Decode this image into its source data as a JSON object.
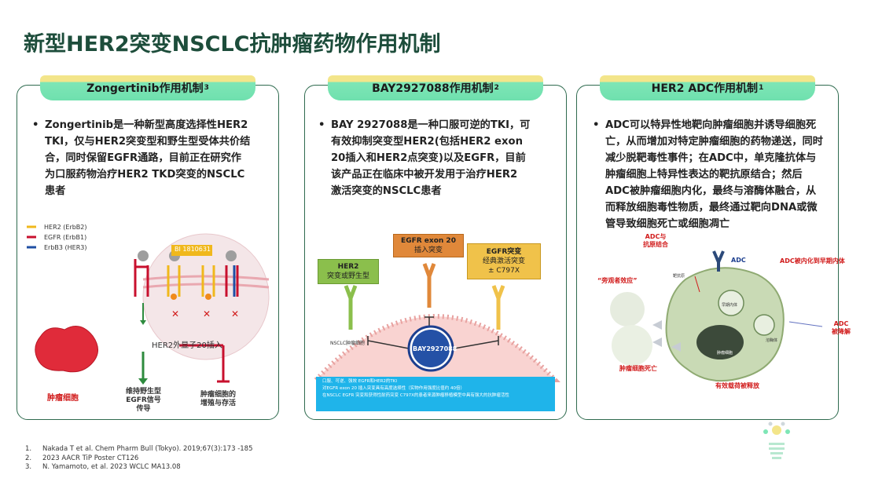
{
  "page": {
    "title": "新型HER2突变NSCLC抗肿瘤药物作用机制"
  },
  "cards": [
    {
      "tab_title": "Zongertinib作用机制",
      "tab_sup": "3",
      "bullet_lines": [
        "Zongertinib是一种新型高度选择性HER2",
        "TKI，仅与HER2突变型和野生型受体共价结",
        "合，同时保留EGFR通路，目前正在研究作",
        "为口服药物治疗HER2 TKD突变的NSCLC",
        "患者"
      ],
      "legend": [
        "HER2 (ErbB2)",
        "EGFR (ErbB1)",
        "ErbB3 (HER3)"
      ],
      "drug_label": "BI 1810631",
      "insertion_label": "HER2外显子20插入",
      "tumor_label": "肿瘤细胞",
      "signal_label": "维持野生型\nEGFR信号\n传导",
      "growth_label": "肿瘤细胞的\n增殖与存活"
    },
    {
      "tab_title": "BAY2927088作用机制",
      "tab_sup": "2",
      "bullet_lines": [
        "BAY 2927088是一种口服可逆的TKI，可",
        "有效抑制突变型HER2(包括HER2 exon",
        "20插入和HER2点突变)以及EGFR，目前",
        "该产品正在临床中被开发用于治疗HER2",
        "激活突变的NSCLC患者"
      ],
      "box_her2": [
        "HER2",
        "突变或野生型"
      ],
      "box_egfr20": [
        "EGFR exon 20",
        "插入突变"
      ],
      "box_egfr_classic": [
        "EGFR突变",
        "经典激活突变",
        "± C797X"
      ],
      "cell_label": "NSCLC肿瘤细胞",
      "drug_label": "BAY2927088",
      "info_lines": [
        "口服、可逆、强效 EGFR和HER2的TKI",
        "对EGFR exon 20 插入突变具有高度选择性（实物作用强度比值约 40倍）",
        "在NSCLC EGFR 突变和获得性耐药突变 C797X的患者来源肿瘤移植模型中具有强大的抗肿瘤活性"
      ]
    },
    {
      "tab_title": "HER2 ADC作用机制",
      "tab_sup": "1",
      "bullet_lines": [
        "ADC可以特异性地靶向肿瘤细胞并诱导细胞死",
        "亡，从而增加对特定肿瘤细胞的药物递送，同时",
        "减少脱靶毒性事件；在ADC中，单克隆抗体与",
        "肿瘤细胞上特异性表达的靶抗原结合；然后",
        "ADC被肿瘤细胞内化，最终与溶酶体融合，从",
        "而释放细胞毒性物质，最终通过靶向DNA或微",
        "管导致细胞死亡或细胞凋亡"
      ],
      "labels": {
        "adc_binding": "ADC与\n抗原结合",
        "adc": "ADC",
        "internalization": "ADC被内化到早期内体",
        "bystander": "“旁观者效应”",
        "degradation": "ADC\n被降解",
        "cell_death": "肿瘤细胞死亡",
        "payload": "有效载荷被释放",
        "early_endosome": "早期内体",
        "lysosome": "溶酶体",
        "antigen": "靶抗原",
        "tumor_cell": "肿瘤细胞"
      }
    }
  ],
  "references": [
    {
      "n": "1.",
      "text": "Nakada T et al. Chem Pharm Bull (Tokyo). 2019;67(3):173   -185"
    },
    {
      "n": "2.",
      "text": "2023 AACR  TiP Poster CT126"
    },
    {
      "n": "3.",
      "text": "N. Yamamoto, et al. 2023 WCLC MA13.08"
    }
  ],
  "colors": {
    "title": "#1d4d3b",
    "tab_green": "#6fe0ae",
    "tab_yellow": "#f3e58a",
    "card_border": "#2f6b4f",
    "her2": "#f0b81c",
    "egfr": "#c8102e",
    "erbb3": "#1f4fa3",
    "label_red": "#d11b1b"
  }
}
